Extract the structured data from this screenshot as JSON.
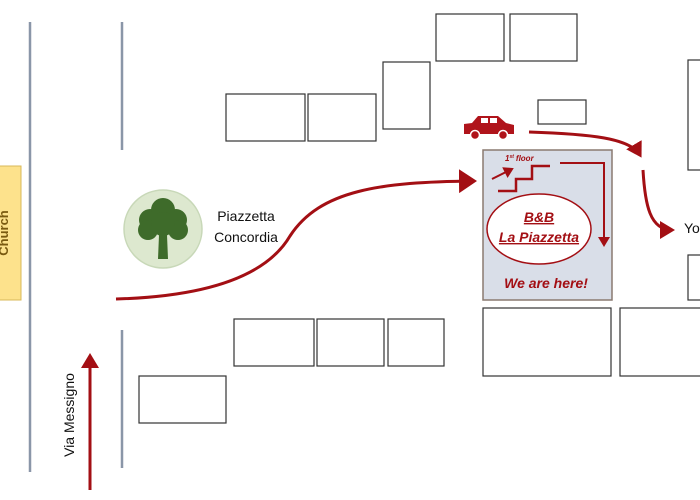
{
  "labels": {
    "church": "Church",
    "square_line1": "Piazzetta",
    "square_line2": "Concordia",
    "street": "Via Messigno",
    "floor_num": "1",
    "floor_sup": "st",
    "floor_word": "floor",
    "bnb_line1": "B&B",
    "bnb_line2": "La Piazzetta",
    "here": "We are here!",
    "you": "You"
  },
  "colors": {
    "route": "#a30f14",
    "church_fill": "#fde28c",
    "bnb_fill": "#d9dee8",
    "tree": "#3e6b2a",
    "tree_circle": "#dde8cf",
    "street": "#8a96a8"
  },
  "icons": [
    "car-icon",
    "tree-icon",
    "stairs-icon"
  ]
}
